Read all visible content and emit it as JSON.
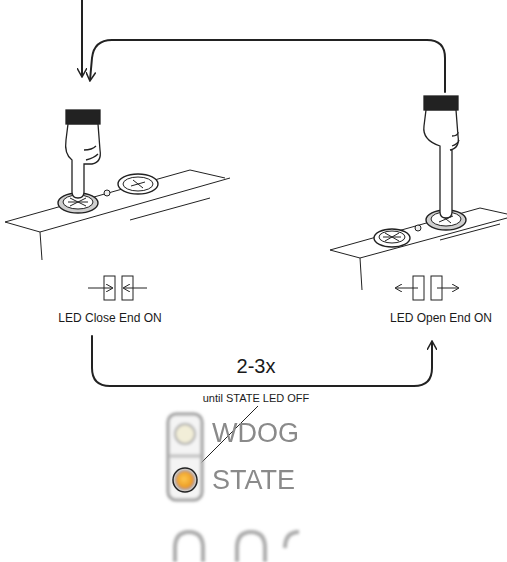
{
  "diagram": {
    "labels": [
      "LED Close End ON",
      "LED Open End ON",
      "2-3x",
      "until STATE LED OFF",
      "WDOG",
      "STATE"
    ]
  }
}
